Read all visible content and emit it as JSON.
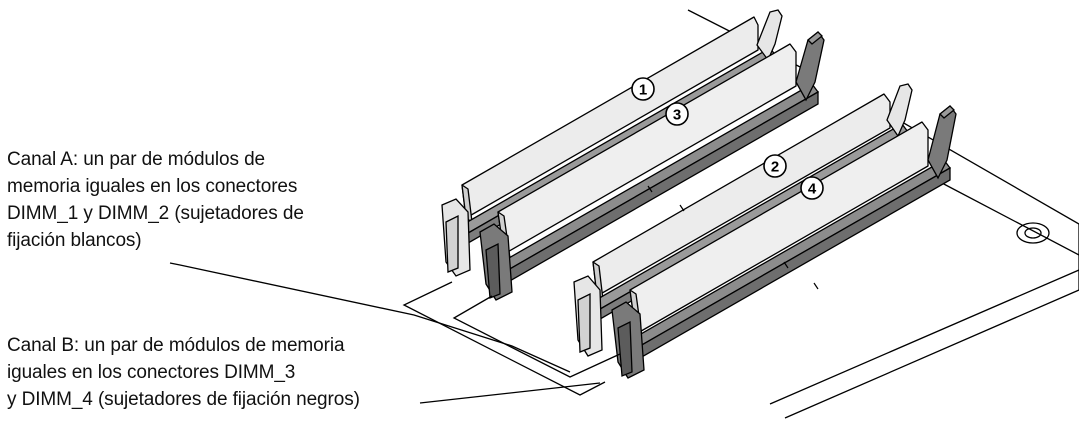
{
  "channel_a": {
    "lines": [
      "Canal A: un par de módulos de",
      "memoria iguales en los conectores",
      "DIMM_1 y DIMM_2 (sujetadores de",
      "fijación blancos)"
    ]
  },
  "channel_b": {
    "lines": [
      "Canal B: un par de módulos de memoria",
      "iguales en los conectores DIMM_3",
      "y DIMM_4 (sujetadores de fijación negros)"
    ]
  },
  "callouts": [
    "1",
    "3",
    "2",
    "4"
  ],
  "colors": {
    "module_fill": "#ececec",
    "connector_fill": "#8c8c8c",
    "white_clip": "#e6e6e6",
    "black_clip": "#7a7a7a",
    "line": "#000000"
  }
}
